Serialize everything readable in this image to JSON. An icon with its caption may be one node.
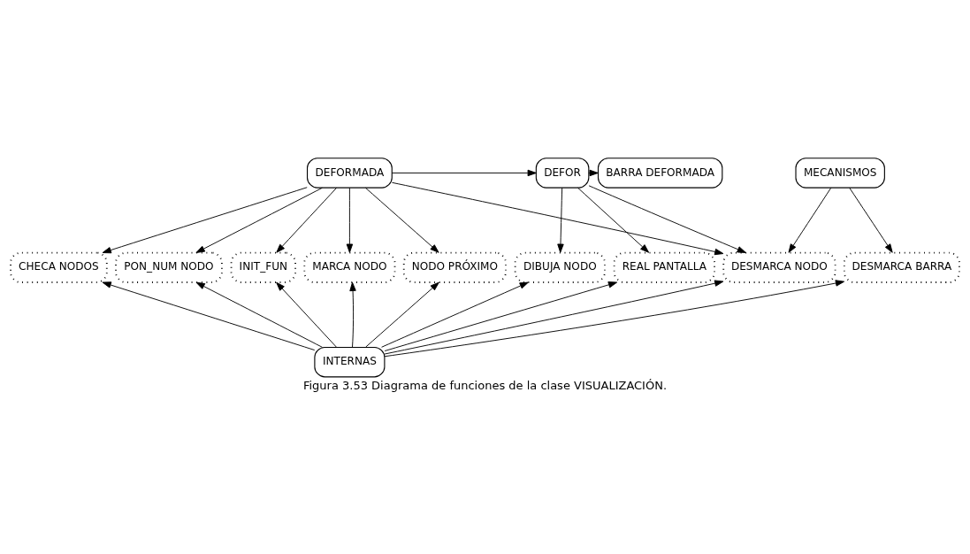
{
  "diagram": {
    "caption": "Figura 3.53 Diagrama de funciones de la clase VISUALIZACIÓN.",
    "nodes": [
      {
        "text": [
          "BARRA DEFORMADA"
        ]
      },
      {
        "text": [
          "DEFOR"
        ]
      },
      {
        "text": [
          "DEFORMADA"
        ]
      },
      {
        "text": [
          "MECANISMOS"
        ]
      },
      {
        "text": [
          "DIBUJA NODO"
        ]
      },
      {
        "text": [
          "REAL PANTALLA"
        ]
      },
      {
        "text": [
          "DESMARCA NODO"
        ]
      },
      {
        "text": [
          "NODO PRÓXIMO"
        ]
      },
      {
        "text": [
          "MARCA NODO"
        ]
      },
      {
        "text": [
          "CHECA NODOS"
        ]
      },
      {
        "text": [
          "PON_NUM NODO"
        ]
      },
      {
        "text": [
          "INIT_FUN"
        ]
      },
      {
        "text": [
          "DESMARCA BARRA"
        ]
      },
      {
        "text": [
          "INTERNAS"
        ]
      }
    ],
    "edges": [
      {
        "from": 1,
        "to": 0,
        "arrow": "to"
      },
      {
        "from": 2,
        "to": 1,
        "arrow": "to"
      },
      {
        "from": 1,
        "to": 4,
        "arrow": "to"
      },
      {
        "from": 1,
        "to": 5,
        "arrow": "to"
      },
      {
        "from": 1,
        "to": 6,
        "arrow": "to"
      },
      {
        "from": 2,
        "to": 6,
        "arrow": "to"
      },
      {
        "from": 2,
        "to": 7,
        "arrow": "to"
      },
      {
        "from": 2,
        "to": 8,
        "arrow": "to"
      },
      {
        "from": 2,
        "to": 9,
        "arrow": "to"
      },
      {
        "from": 2,
        "to": 10,
        "arrow": "to"
      },
      {
        "from": 2,
        "to": 11,
        "arrow": "to"
      },
      {
        "from": 3,
        "to": 6,
        "arrow": "to"
      },
      {
        "from": 3,
        "to": 12,
        "arrow": "to"
      },
      {
        "from": 13,
        "to": 4,
        "arrow": "to"
      },
      {
        "from": 13,
        "to": 5,
        "arrow": "to"
      },
      {
        "from": 13,
        "to": 6,
        "arrow": "to"
      },
      {
        "from": 13,
        "to": 7,
        "arrow": "to"
      },
      {
        "from": 13,
        "to": 8,
        "arrow": "to"
      },
      {
        "from": 13,
        "to": 9,
        "arrow": "to"
      },
      {
        "from": 13,
        "to": 10,
        "arrow": "to"
      },
      {
        "from": 13,
        "to": 11,
        "arrow": "to"
      },
      {
        "from": 13,
        "to": 12,
        "arrow": "to"
      }
    ]
  }
}
